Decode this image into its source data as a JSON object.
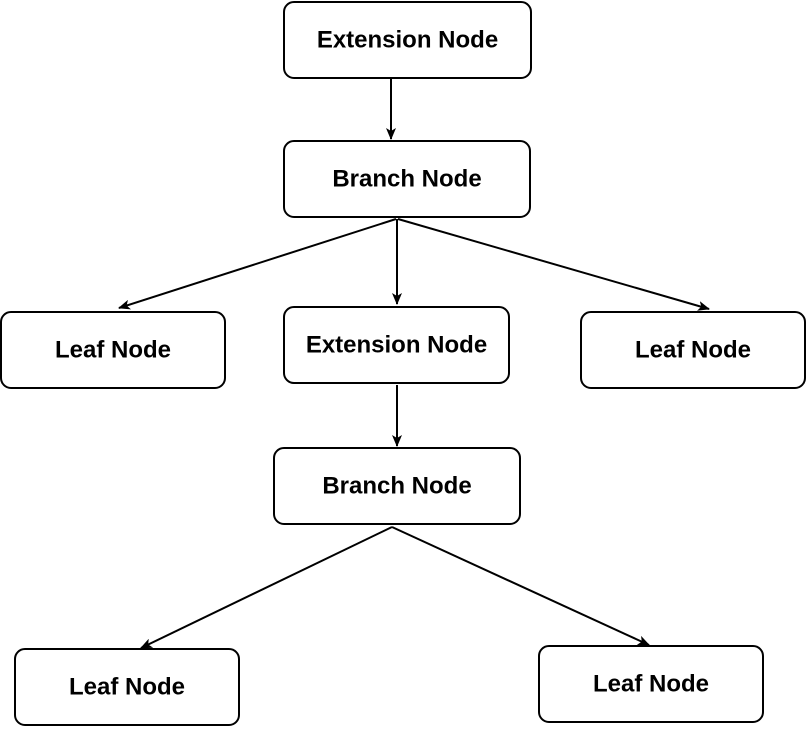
{
  "diagram": {
    "nodes": [
      {
        "id": "n1",
        "label": "Extension Node",
        "kind": "extension"
      },
      {
        "id": "n2",
        "label": "Branch Node",
        "kind": "branch"
      },
      {
        "id": "n3",
        "label": "Leaf Node",
        "kind": "leaf"
      },
      {
        "id": "n4",
        "label": "Extension Node",
        "kind": "extension"
      },
      {
        "id": "n5",
        "label": "Leaf Node",
        "kind": "leaf"
      },
      {
        "id": "n6",
        "label": "Branch Node",
        "kind": "branch"
      },
      {
        "id": "n7",
        "label": "Leaf Node",
        "kind": "leaf"
      },
      {
        "id": "n8",
        "label": "Leaf Node",
        "kind": "leaf"
      }
    ],
    "edges": [
      {
        "from": "n1",
        "to": "n2"
      },
      {
        "from": "n2",
        "to": "n3"
      },
      {
        "from": "n2",
        "to": "n4"
      },
      {
        "from": "n2",
        "to": "n5"
      },
      {
        "from": "n4",
        "to": "n6"
      },
      {
        "from": "n6",
        "to": "n7"
      },
      {
        "from": "n6",
        "to": "n8"
      }
    ],
    "colors": {
      "stroke": "#000000",
      "fill": "#ffffff",
      "text": "#000000"
    }
  }
}
